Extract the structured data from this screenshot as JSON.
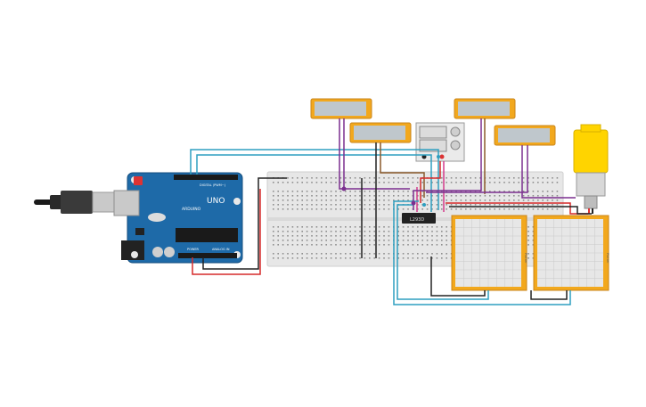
{
  "arduino": {
    "logo": "UNO",
    "brand": "ARDUINO",
    "digital_label": "DIGITAL (PWM~)",
    "power_label": "POWER",
    "analog_label": "ANALOG IN"
  },
  "ic_chip": {
    "label": "L293D"
  },
  "plotters": {
    "label": "Plotter"
  },
  "colors": {
    "board": "#1e6aa8",
    "breadboard": "#e7e7e7",
    "module": "#f2a81d",
    "motor": "#ffd400",
    "wire_cyan": "#2e9fc0",
    "wire_purple": "#7b2f8f",
    "wire_red": "#d62a2a",
    "wire_black": "#222222",
    "wire_brown": "#8a5a2b",
    "wire_pink": "#d43c8c"
  }
}
